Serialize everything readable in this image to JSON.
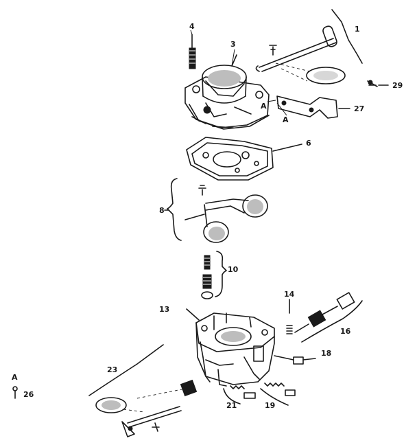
{
  "diagram": {
    "labels": {
      "p1": "1",
      "p3": "3",
      "p4": "4",
      "p6": "6",
      "p8": "8",
      "p10": "10",
      "p13": "13",
      "p14": "14",
      "p16": "16",
      "p18": "18",
      "p19": "19",
      "p21": "21",
      "p23": "23",
      "p26": "26",
      "p27": "27",
      "p29": "29",
      "a1": "A",
      "a2": "A",
      "a3": "A"
    }
  }
}
